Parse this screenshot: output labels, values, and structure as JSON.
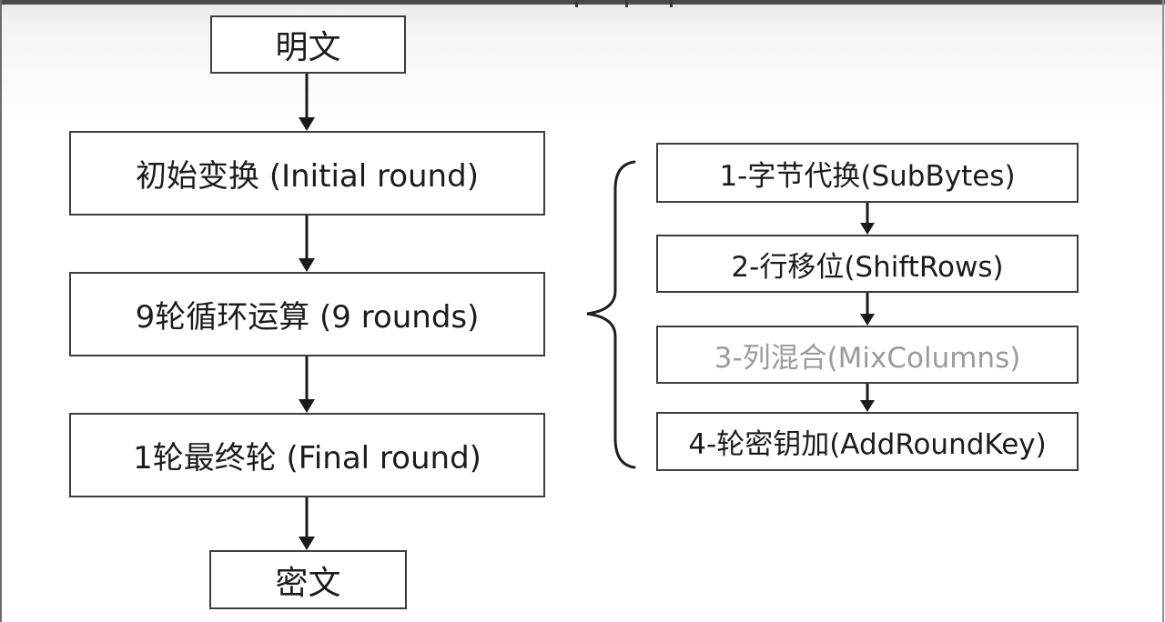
{
  "diagram": {
    "title_hint": "AES encryption round structure flowchart",
    "left_column": [
      {
        "label": "明文"
      },
      {
        "label": "初始变换 (Initial round)"
      },
      {
        "label": "9轮循环运算 (9 rounds)"
      },
      {
        "label": "1轮最终轮 (Final round)"
      },
      {
        "label": "密文"
      }
    ],
    "right_column": [
      {
        "label": "1-字节代换(SubBytes)",
        "muted": false
      },
      {
        "label": "2-行移位(ShiftRows)",
        "muted": false
      },
      {
        "label": "3-列混合(MixColumns)",
        "muted": true
      },
      {
        "label": "4-轮密钥加(AddRoundKey)",
        "muted": false
      }
    ]
  },
  "colors": {
    "box_border": "#3d3d3d",
    "text": "#1c1c1c",
    "muted_text": "#9b9b9b",
    "arrow": "#1a1a1a",
    "top_bar": "#4a4a4a",
    "background": "#ffffff"
  }
}
